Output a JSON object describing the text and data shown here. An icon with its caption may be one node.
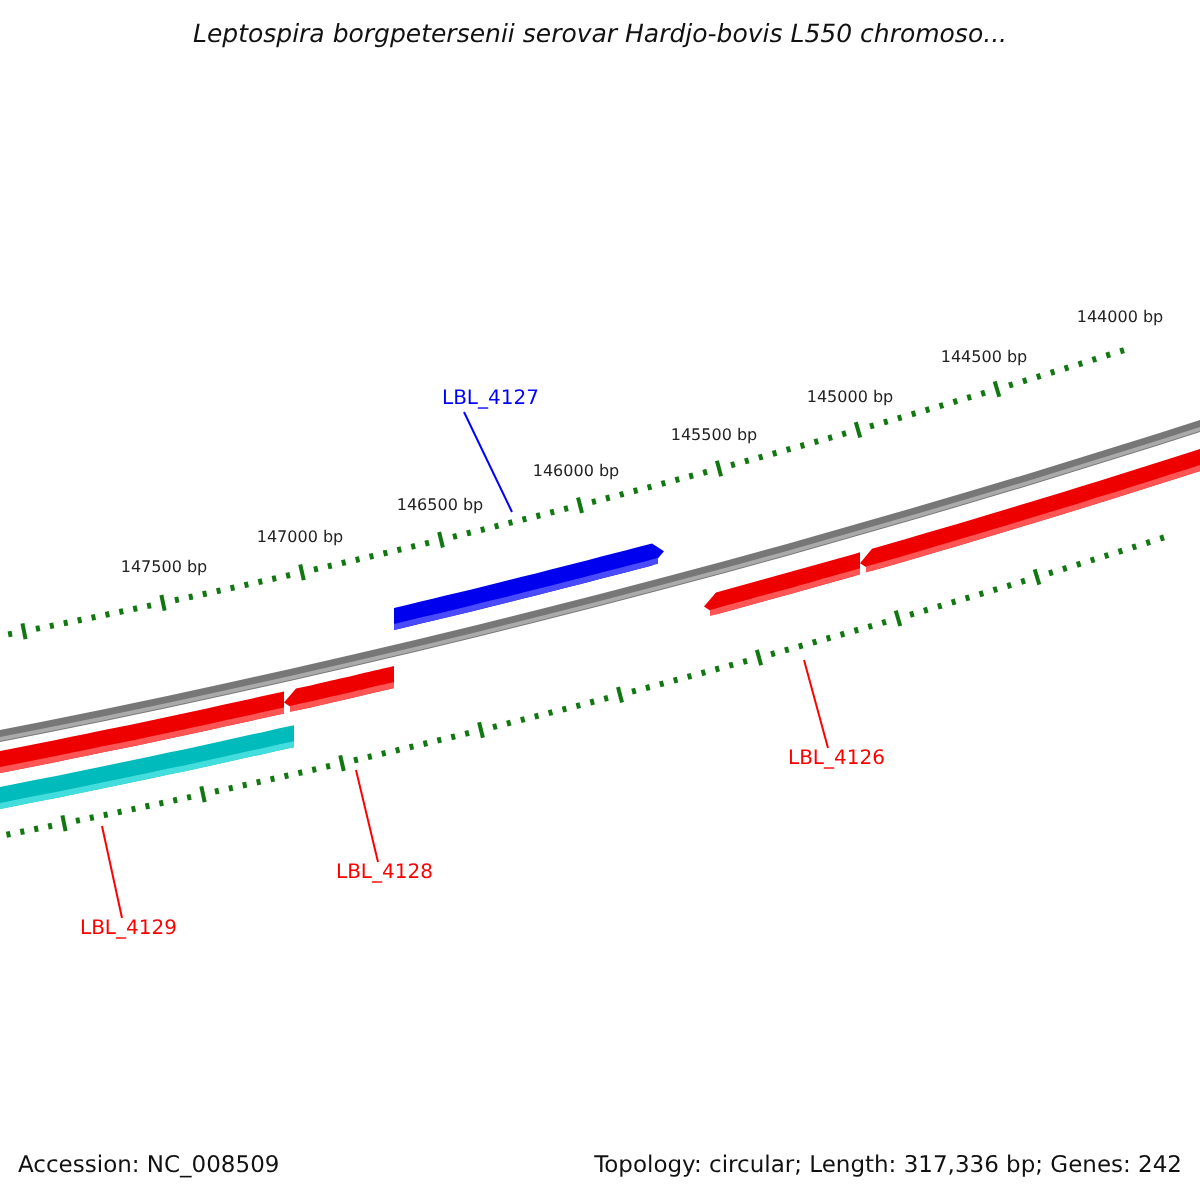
{
  "diagram": {
    "title": "Leptospira borgpetersenii serovar Hardjo-bovis L550 chromoso...",
    "nodes": [
      {
        "text": [
          "LBL_4127"
        ]
      },
      {
        "text": [
          "LBL_4126"
        ]
      },
      {
        "text": [
          "LBL_4128"
        ]
      },
      {
        "text": [
          "LBL_4129"
        ]
      }
    ],
    "edges": [
      {
        "from": 0,
        "to": null,
        "arrow": "none",
        "color": "#0000ff"
      },
      {
        "from": 1,
        "to": null,
        "arrow": "none"
      },
      {
        "from": 2,
        "to": null,
        "arrow": "none"
      },
      {
        "from": 3,
        "to": null,
        "arrow": "none"
      }
    ],
    "labels": [
      "144000 bp",
      "144500 bp",
      "145000 bp",
      "145500 bp",
      "146000 bp",
      "146500 bp",
      "147000 bp",
      "147500 bp",
      "Accession: NC_008509",
      "Topology: circular; Length: 317,336 bp; Genes: 242"
    ]
  }
}
